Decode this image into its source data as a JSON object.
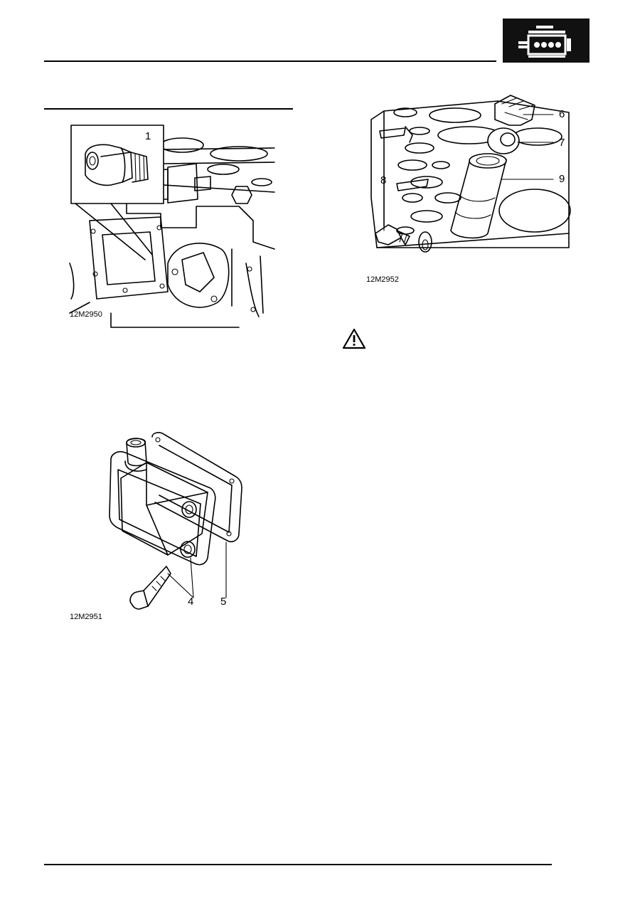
{
  "header": {
    "section_icon": "engine-icon",
    "icon_background": "#111111"
  },
  "figures": {
    "fig1": {
      "caption": "12M2950",
      "callouts": [
        "1"
      ]
    },
    "fig2": {
      "caption": "12M2951",
      "callouts": [
        "4",
        "5"
      ]
    },
    "fig3": {
      "caption": "12M2952",
      "callouts": [
        "6",
        "7",
        "8",
        "9"
      ]
    }
  },
  "warning": {
    "icon": "warning-triangle-icon"
  }
}
